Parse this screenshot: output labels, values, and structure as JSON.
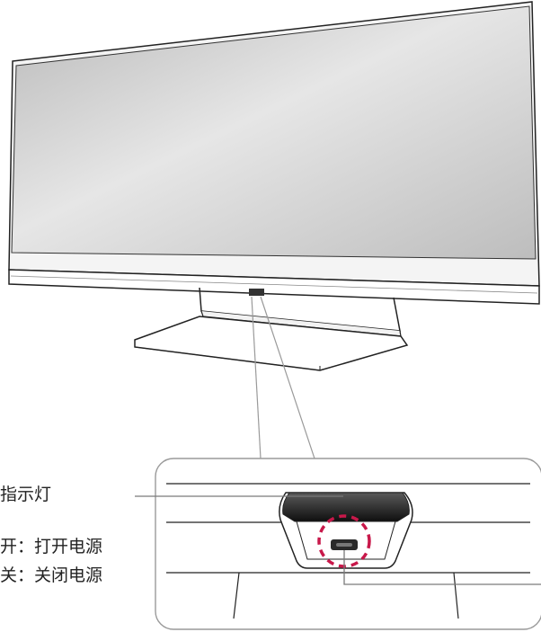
{
  "callouts": {
    "indicator_label": "指示灯",
    "on_label": "开：打开电源",
    "off_label": "关：关闭电源"
  },
  "colors": {
    "outline": "#222222",
    "screen": "#c9c9c9",
    "highlight_circle": "#c8184a",
    "leader_line": "#9a9a9a"
  },
  "icons": {
    "monitor": "monitor-illustration",
    "power_button": "power-button-icon"
  }
}
